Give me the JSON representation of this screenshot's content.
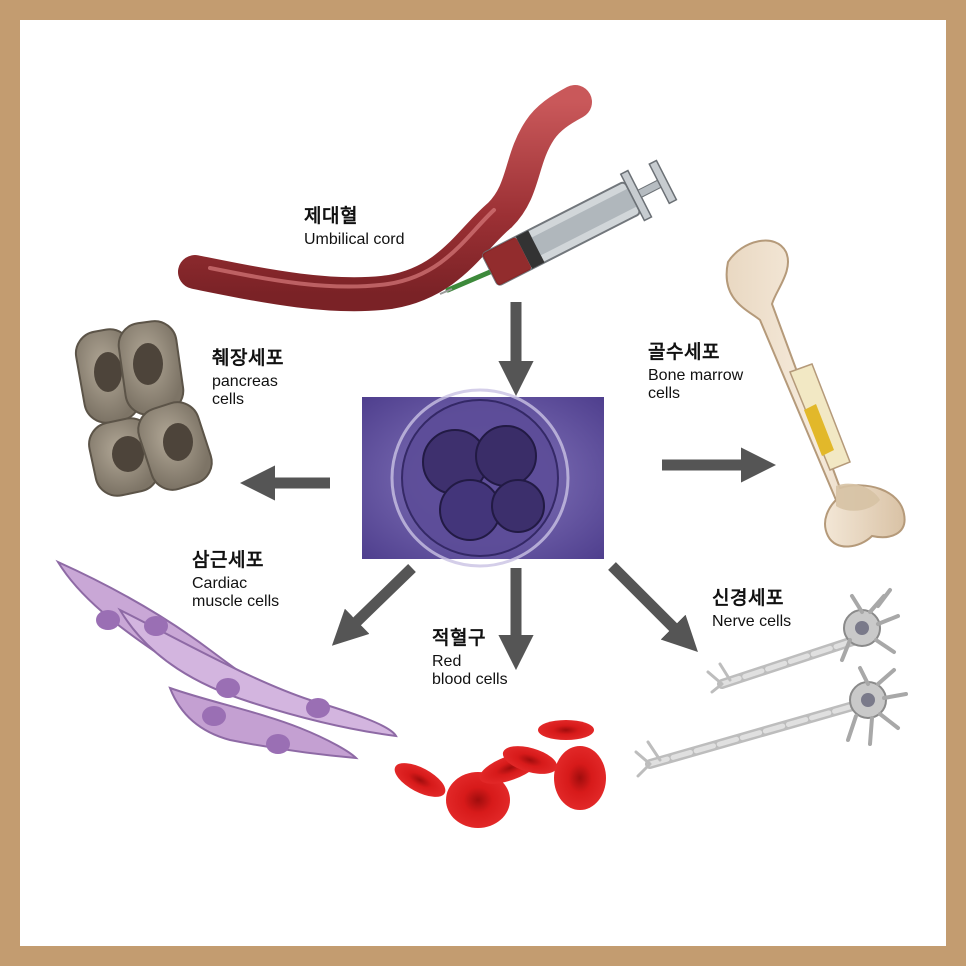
{
  "diagram": {
    "center": {
      "name": "embryo-stem-cell-micrograph"
    },
    "sources": [
      {
        "id": "umbilical-cord",
        "ko": "제대혈",
        "en": "Umbilical cord"
      }
    ],
    "outputs": [
      {
        "id": "pancreas-cells",
        "ko": "췌장세포",
        "en": "pancreas\ncells"
      },
      {
        "id": "bone-marrow-cells",
        "ko": "골수세포",
        "en": "Bone marrow\ncells"
      },
      {
        "id": "cardiac-muscle-cells",
        "ko": "삼근세포",
        "en": "Cardiac\nmuscle cells"
      },
      {
        "id": "red-blood-cells",
        "ko": "적혈구",
        "en": "Red\nblood cells"
      },
      {
        "id": "nerve-cells",
        "ko": "신경세포",
        "en": "Nerve cells"
      }
    ]
  },
  "colors": {
    "frame": "#c39c70",
    "background": "#ffffff",
    "arrow": "#555555",
    "cord": "#a8383a",
    "blood": "#d01818",
    "micrograph": "#6a5aa8"
  }
}
